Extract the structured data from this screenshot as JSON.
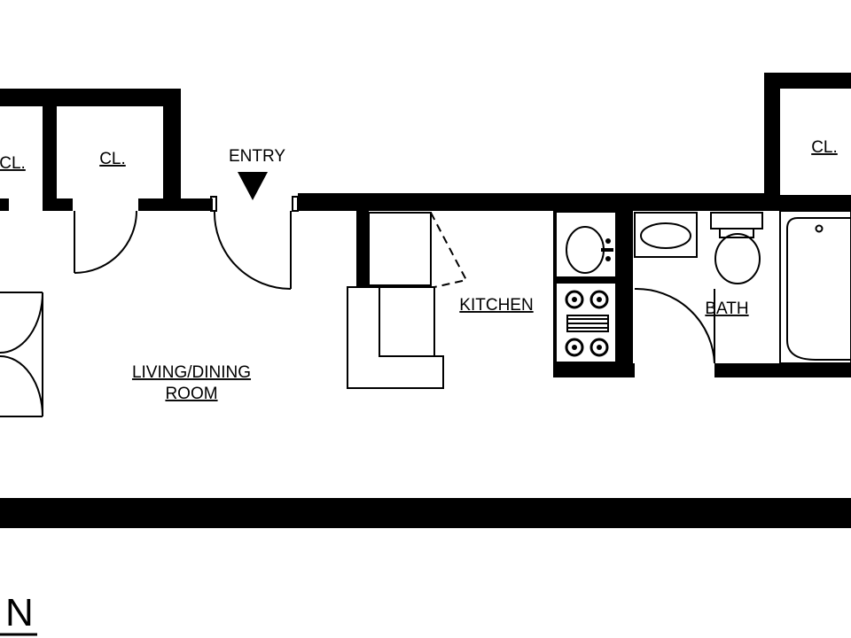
{
  "labels": {
    "closet_left": "CL.",
    "closet_mid": "CL.",
    "entry": "ENTRY",
    "kitchen": "KITCHEN",
    "bath": "BATH",
    "closet_right": "CL.",
    "living_line1": "LIVING/DINING",
    "living_line2": "ROOM",
    "edge_letter": "N"
  },
  "colors": {
    "wall": "#000000",
    "background": "#ffffff"
  }
}
